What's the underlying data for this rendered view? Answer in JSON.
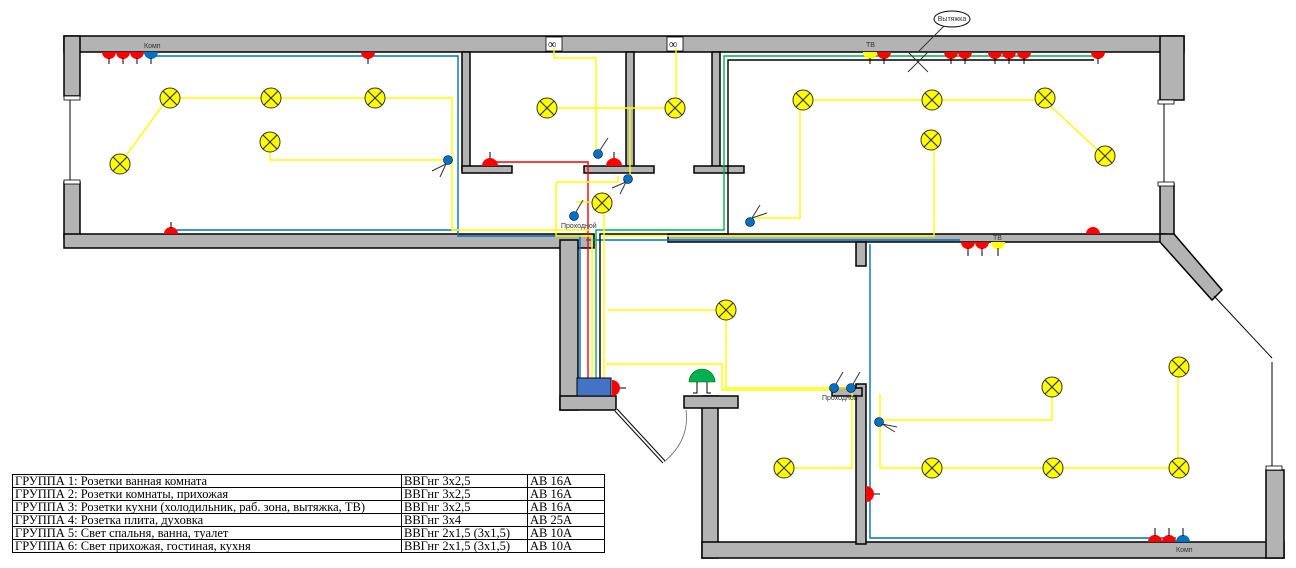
{
  "title": "Электрическая схема квартиры",
  "labels": {
    "comp_top_left": "Комп",
    "comp_bottom_right": "Комп",
    "tv_kitchen": "ТВ",
    "tv_living": "ТВ",
    "hood_callout": "Вытяжка",
    "switch_pass_1": "Проходной",
    "switch_pass_2": "Проходной"
  },
  "colors": {
    "wall": "#b3b3b3",
    "lamp": "#ffff00",
    "socket": "#ff0000",
    "socket_data": "#0070c0",
    "socket_tv": "#ffff00",
    "switch": "#0070c0",
    "bell": "#00b050",
    "panel": "#4472c4",
    "wire_light": "#ffff00",
    "wire_blue": "#0070c0",
    "wire_green": "#00b050",
    "wire_red": "#ff0000",
    "wire_black": "#000000"
  },
  "symbols": {
    "lamp": "ceiling-lamp-icon",
    "socket": "socket-icon",
    "switch": "switch-icon",
    "exhaust_fan": "exhaust-fan-icon",
    "bell": "doorbell-icon",
    "panel": "electrical-panel-icon"
  },
  "legend": {
    "rows": [
      {
        "group": "ГРУППА 1: Розетки ванная комната",
        "cable": "ВВГнг 3х2,5",
        "breaker": "АВ 16А"
      },
      {
        "group": "ГРУППА 2: Розетки комнаты, прихожая",
        "cable": "ВВГнг 3х2,5",
        "breaker": "АВ 16А"
      },
      {
        "group": "ГРУППА 3: Розетки кухни (холодильник, раб. зона, вытяжка, ТВ)",
        "cable": "ВВГнг 3х2,5",
        "breaker": "АВ 16А"
      },
      {
        "group": "ГРУППА 4: Розетка плита, духовка",
        "cable": "ВВГнг 3х4",
        "breaker": "АВ 25А"
      },
      {
        "group": "ГРУППА 5: Свет спальня, ванна, туалет",
        "cable": "ВВГнг 2х1,5 (3х1,5)",
        "breaker": "АВ 10А"
      },
      {
        "group": "ГРУППА 6: Свет прихожая, гостиная, кухня",
        "cable": "ВВГнг 2х1,5 (3х1,5)",
        "breaker": "АВ 10А"
      }
    ]
  }
}
